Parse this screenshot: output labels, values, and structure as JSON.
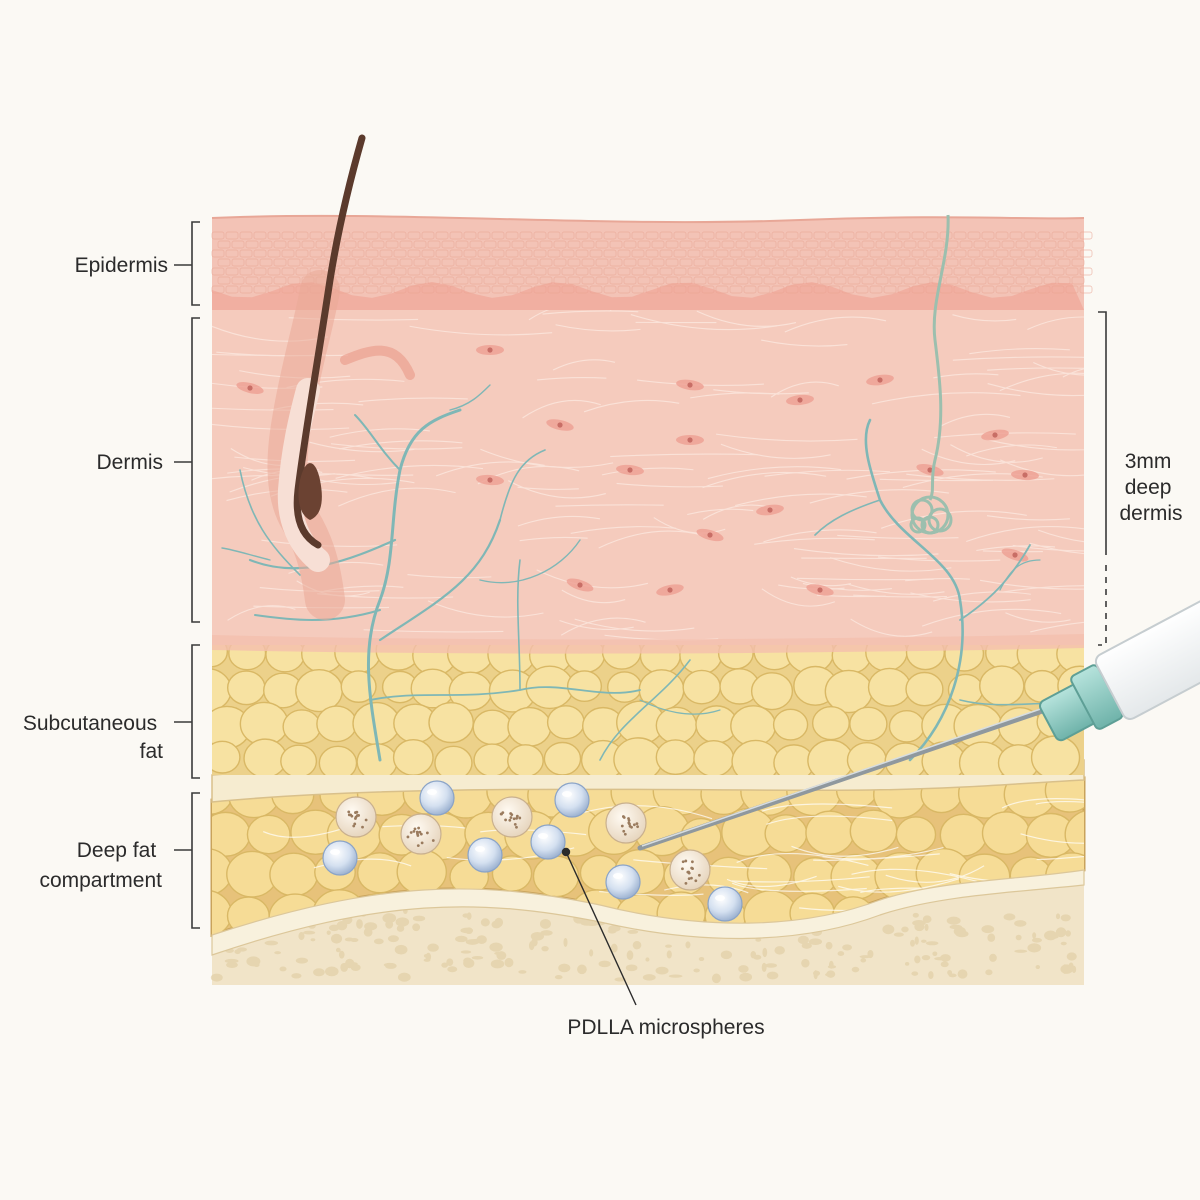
{
  "labels": {
    "epidermis": "Epidermis",
    "dermis": "Dermis",
    "subcutaneous_fat": [
      "Subcutaneous",
      "fat"
    ],
    "deep_fat": [
      "Deep fat",
      "compartment"
    ],
    "depth_note": [
      "3mm",
      "deep",
      "dermis"
    ],
    "microspheres": "PDLLA microspheres"
  },
  "colors": {
    "background": "#fbf9f4",
    "epidermis": "#f3c3b6",
    "dermis": "#f5cbbd",
    "fat": "#f1d98f",
    "fat_cell": "#f7e2a2",
    "fascia": "#f6ecd0",
    "bone": "#f0e3c6",
    "vessel": "#7fb7b6",
    "hair": "#5b3a2c",
    "syringe": "#8fcfc8",
    "needle": "#a8b0b5",
    "microsphere_clear": "#cfdcef",
    "microsphere_speckled": "#f4eadb"
  }
}
